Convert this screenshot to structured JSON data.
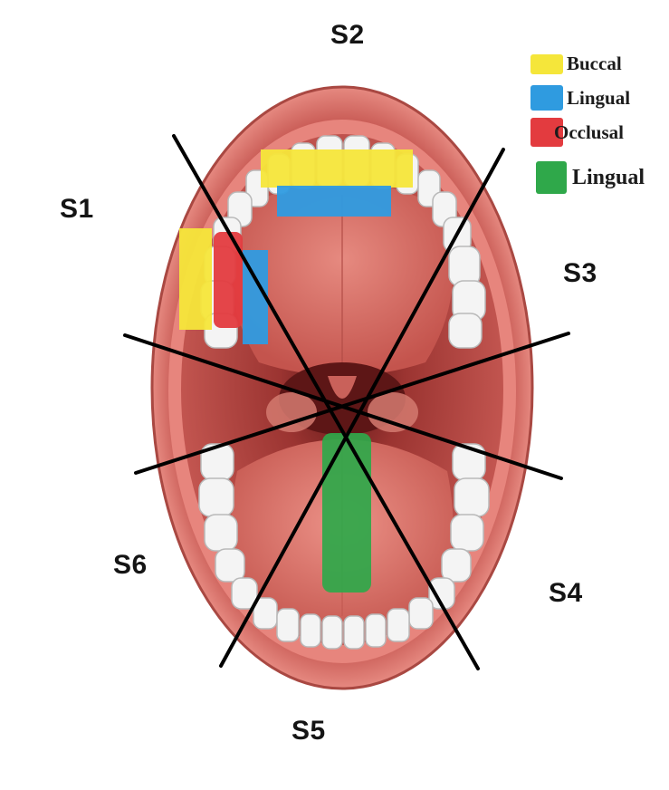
{
  "sextants": {
    "s1": "S1",
    "s2": "S2",
    "s3": "S3",
    "s4": "S4",
    "s5": "S5",
    "s6": "S6"
  },
  "legend": [
    {
      "label": "Buccal",
      "color": "#f5e63a"
    },
    {
      "label": "Lingual",
      "color": "#2f9be0"
    },
    {
      "label": "Occlusal",
      "color": "#e33b3f"
    },
    {
      "label": "Lingual",
      "color": "#2fa84a"
    }
  ],
  "colors": {
    "lip": "#d9736b",
    "gum": "#e07c78",
    "palate": "#d9675f",
    "throat": "#7a2222",
    "tongue": "#e07a6e",
    "tooth": "#f4f4f4",
    "divider": "#000000"
  }
}
